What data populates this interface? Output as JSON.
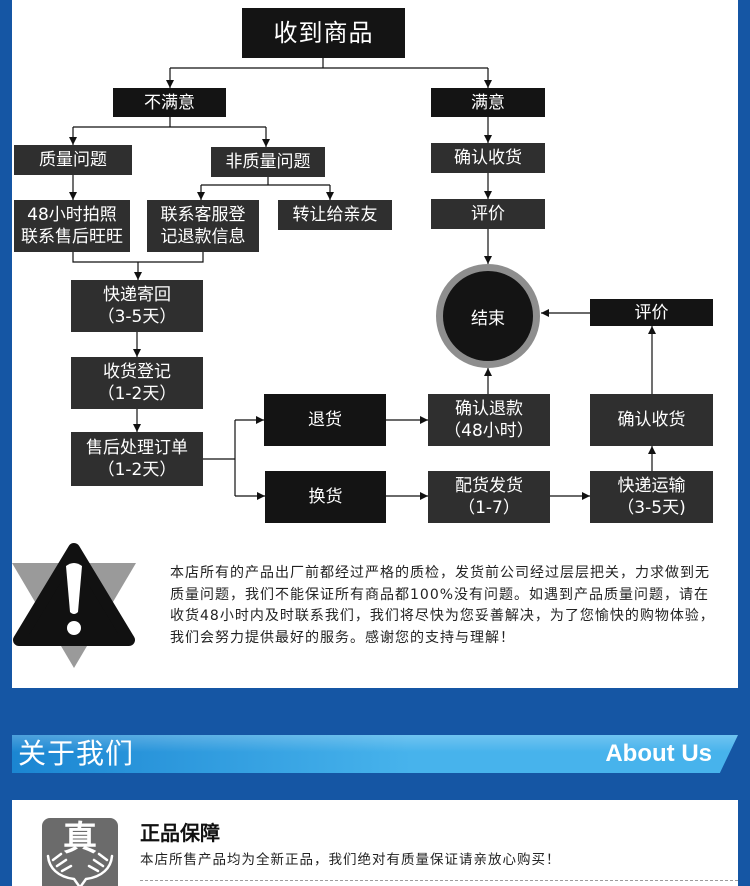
{
  "flowchart": {
    "start": {
      "label": "收到商品"
    },
    "unsatisfied": {
      "label": "不满意"
    },
    "satisfied": {
      "label": "满意"
    },
    "quality_issue": {
      "label": "质量问题"
    },
    "non_quality_issue": {
      "label": "非质量问题"
    },
    "photo_contact": {
      "lines": [
        "48小时拍照",
        "联系售后旺旺"
      ]
    },
    "contact_service": {
      "lines": [
        "联系客服登",
        "记退款信息"
      ]
    },
    "transfer_to_friends": {
      "label": "转让给亲友"
    },
    "satisfied_confirm_receipt": {
      "label": "确认收货"
    },
    "satisfied_review": {
      "label": "评价"
    },
    "express_return": {
      "lines": [
        "快递寄回",
        "（3-5天）"
      ]
    },
    "receipt_registration": {
      "lines": [
        "收货登记",
        "（1-2天）"
      ]
    },
    "after_sale_processing": {
      "lines": [
        "售后处理订单",
        "（1-2天）"
      ]
    },
    "return_goods": {
      "label": "退货"
    },
    "exchange_goods": {
      "label": "换货"
    },
    "confirm_refund": {
      "lines": [
        "确认退款",
        "（48小时）"
      ]
    },
    "ship_replacement": {
      "lines": [
        "配货发货",
        "（1-7）"
      ]
    },
    "express_transport": {
      "lines": [
        "快递运输",
        "（3-5天)"
      ]
    },
    "exchange_confirm_receipt": {
      "label": "确认收货"
    },
    "exchange_review": {
      "label": "评价"
    },
    "end": {
      "label": "结束"
    }
  },
  "notice": {
    "icon": "warning-icon",
    "lines": [
      "本店所有的产品出厂前都经过严格的质检，发货前公司经过层层把关，力求做到无",
      "质量问题，我们不能保证所有商品都100%没有问题。如遇到产品质量问题，请在",
      "收货48小时内及时联系我们，我们将尽快为您妥善解决，为了您愉快的购物体验，",
      "我们会努力提供最好的服务。感谢您的支持与理解！"
    ]
  },
  "about": {
    "title_cn": "关于我们",
    "title_en": "About Us"
  },
  "guarantee": {
    "icon": "genuine-hands-icon",
    "icon_char": "真",
    "title": "正品保障",
    "text": "本店所售产品均为全新正品，我们绝对有质量保证请亲放心购买！"
  },
  "colors": {
    "page_blue": "#1556a4",
    "node_black": "#141414",
    "node_grey": "#2f2f2f",
    "end_ring": "#8e8e8e",
    "about_bar_light": "#47b3ec",
    "about_bar_dark": "#1b86d2",
    "warning_grey": "#9a9a9a",
    "icon_grey": "#6b6b6b"
  }
}
